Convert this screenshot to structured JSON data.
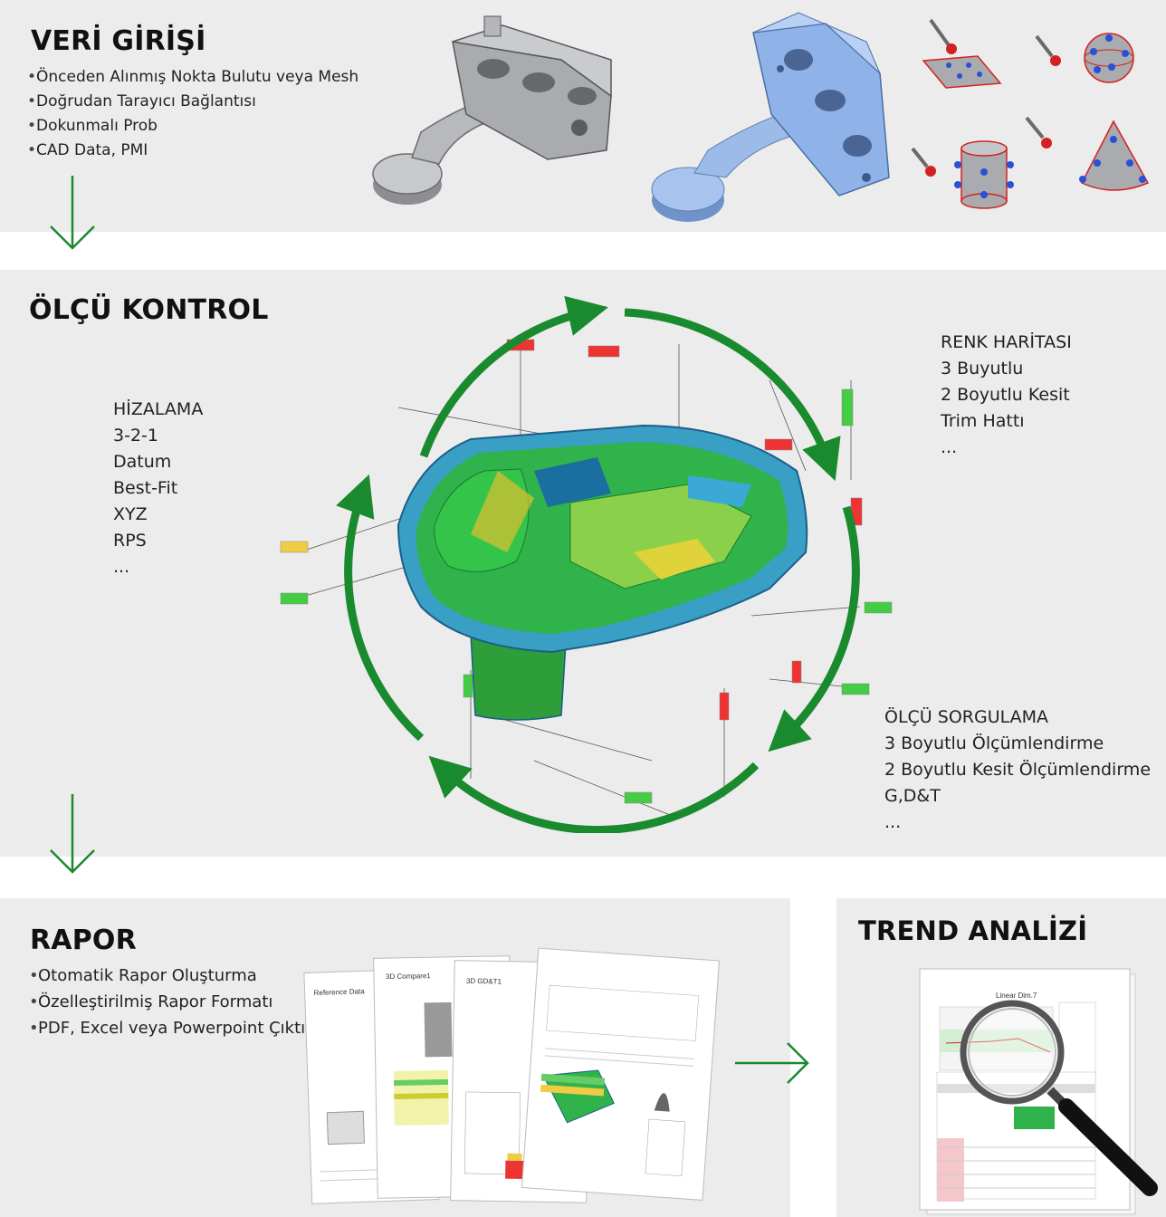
{
  "input": {
    "title": "VERİ GİRİŞİ",
    "items": [
      "Önceden Alınmış Nokta Bulutu veya Mesh",
      "Doğrudan Tarayıcı Bağlantısı",
      "Dokunmalı Prob",
      "CAD Data, PMI"
    ]
  },
  "control": {
    "title": "ÖLÇÜ KONTROL",
    "alignment": [
      "HİZALAMA",
      "3-2-1",
      "Datum",
      "Best-Fit",
      "XYZ",
      "RPS",
      "..."
    ],
    "colormap": [
      "RENK HARİTASI",
      "3 Buyutlu",
      "2 Boyutlu Kesit",
      "Trim Hattı",
      "..."
    ],
    "query": [
      "ÖLÇÜ SORGULAMA",
      "3 Boyutlu Ölçümlendirme",
      "2 Boyutlu Kesit Ölçümlendirme",
      "G,D&T",
      "..."
    ]
  },
  "report": {
    "title": "RAPOR",
    "items": [
      "Otomatik Rapor Oluşturma",
      "Özelleştirilmiş Rapor Formatı",
      "PDF, Excel veya Powerpoint Çıktısı"
    ],
    "doc_titles": [
      "Reference Data",
      "3D Compare1",
      "3D GD&T1"
    ]
  },
  "trend": {
    "title": "TREND ANALİZİ",
    "doc_title": "Linear Dim.7"
  },
  "colors": {
    "panel": "#ececec",
    "arrow_green": "#1a8a2e",
    "cad_gray": "#a9abae",
    "mesh_blue": "#8fb3e8",
    "probe_red": "#d42020"
  }
}
